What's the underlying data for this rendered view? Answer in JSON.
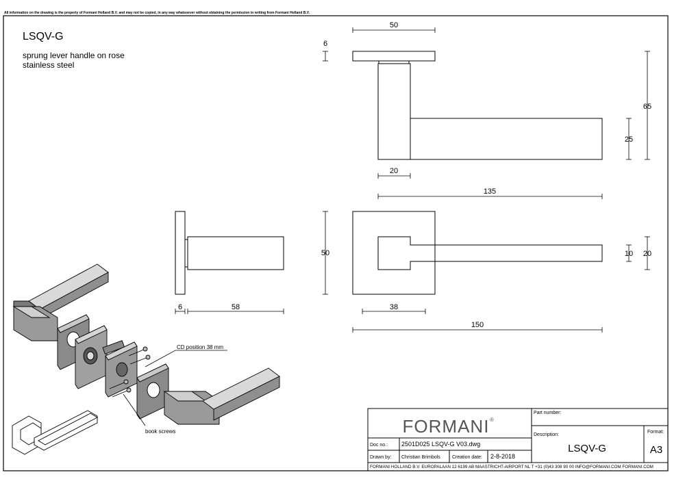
{
  "disclaimer": "All information on the drawing is the property of Formani Holland B.V. and may not be copied, in any way whatsoever without obtaining the permission in writing from Formani Holland B.V.",
  "header": {
    "code": "LSQV-G",
    "description_line1": "sprung lever handle on rose",
    "description_line2": "stainless steel"
  },
  "dimensions": {
    "rose_width": "50",
    "rose_thickness": "6",
    "total_height": "65",
    "lever_height": "25",
    "neck_width": "20",
    "lever_length": "135",
    "side_rose_thickness": "6",
    "side_projection": "58",
    "rose_height": "50",
    "lever_end_width": "10",
    "lever_outer_width": "20",
    "front_neck_offset": "38",
    "front_total_length": "150"
  },
  "annotations": {
    "cd_position": "CD position 38 mm",
    "book_screws": "book screws"
  },
  "title_block": {
    "brand": "FORMANI",
    "registered_mark": "®",
    "part_number_label": "Part number:",
    "part_number_value": "",
    "description_label": "Description:",
    "description_value": "LSQV-G",
    "format_label": "Format:",
    "format_value": "A3",
    "doc_no_label": "Doc no.:",
    "doc_no_value": "2501D025 LSQV-G V03.dwg",
    "drawn_by_label": "Drawn by:",
    "drawn_by_value": "Christian Brimbols",
    "creation_date_label": "Creation date:",
    "creation_date_value": "2-8-2018",
    "footer": "FORMANI HOLLAND B.V.  EUROPALAAN 12  6199 AB MAASTRICHT-AIRPORT NL  T +31 (0)43 308 90 00 INFO@FORMANI.COM FORMANI.COM"
  }
}
